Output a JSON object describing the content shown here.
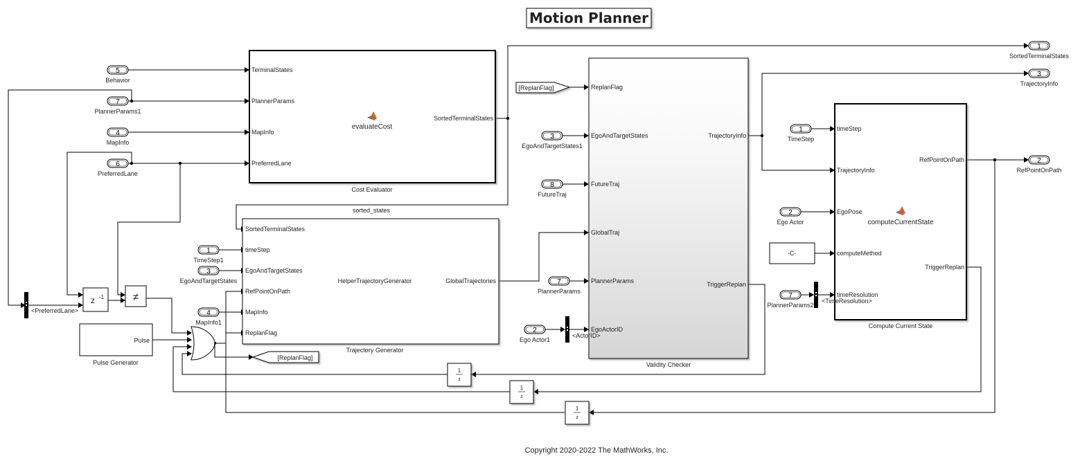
{
  "title": "Motion Planner",
  "copyright": "Copyright 2020-2022 The MathWorks, Inc.",
  "colors": {
    "validity_gradient_top": "#ffffff",
    "validity_gradient_bottom": "#d8d8d8",
    "matlab_icon_orange": "#d95f1e",
    "matlab_icon_blue": "#3a7bd5"
  },
  "inports": [
    {
      "num": "5",
      "name": "Behavior"
    },
    {
      "num": "7",
      "name": "PlannerParams1"
    },
    {
      "num": "4",
      "name": "MapInfo"
    },
    {
      "num": "6",
      "name": "PreferredLane"
    },
    {
      "num": "1",
      "name": "TimeStep1"
    },
    {
      "num": "3",
      "name": "EgoAndTargetStates"
    },
    {
      "num": "4",
      "name": "MapInfo1"
    },
    {
      "num": "3",
      "name": "EgoAndTargetStates1"
    },
    {
      "num": "8",
      "name": "FutureTraj"
    },
    {
      "num": "7",
      "name": "PlannerParams"
    },
    {
      "num": "2",
      "name": "Ego Actor1"
    },
    {
      "num": "1",
      "name": "TimeStep"
    },
    {
      "num": "2",
      "name": "Ego Actor"
    },
    {
      "num": "7",
      "name": "PlannerParams2"
    }
  ],
  "outports": [
    {
      "num": "1",
      "name": "SortedTerminalStates"
    },
    {
      "num": "3",
      "name": "TrajectoryInfo"
    },
    {
      "num": "2",
      "name": "RefPointOnPath"
    }
  ],
  "cost_evaluator": {
    "name": "Cost Evaluator",
    "function": "evaluateCost",
    "inputs": [
      "TerminalStates",
      "PlannerParams",
      "MapInfo",
      "PreferredLane"
    ],
    "output": "SortedTerminalStates"
  },
  "trajectory_generator": {
    "name": "Trajectory Generator",
    "function": "HelperTrajectoryGenerator",
    "inputs": [
      "SortedTerminalStates",
      "timeStep",
      "EgoAndTargetStates",
      "RefPointOnPath",
      "MapInfo",
      "ReplanFlag"
    ],
    "output": "GlobalTrajectories"
  },
  "validity_checker": {
    "name": "Validity Checker",
    "inputs": [
      "ReplanFlag",
      "EgoAndTargetStates",
      "FutureTraj",
      "GlobalTraj",
      "PlannerParams",
      "EgoActorID"
    ],
    "outputs": [
      "TrajectoryInfo",
      "TriggerReplan"
    ]
  },
  "compute_current_state": {
    "name": "Compute Current State",
    "function": "computeCurrentState",
    "inputs": [
      "timeStep",
      "TrajectoryInfo",
      "EgoPose",
      "computeMethod",
      "timeResolution"
    ],
    "outputs": [
      "RefPointOnPath",
      "TriggerReplan"
    ]
  },
  "signals": {
    "sorted_states": "sorted_states",
    "preferred_lane_sel": "<PreferredLane>",
    "actor_id_sel": "<ActorID>",
    "time_resolution_sel": "<TimeResolution>"
  },
  "goto_tag": "[ReplanFlag]",
  "from_tag": "[ReplanFlag]",
  "constant_value": "-C-",
  "pulse_generator": {
    "name": "Pulse Generator",
    "output": "Pulse"
  },
  "unit_delay": {
    "num": "z",
    "exp": "-1"
  },
  "relational_op": "≠",
  "discrete_delay": {
    "num": "1",
    "den": "z"
  }
}
